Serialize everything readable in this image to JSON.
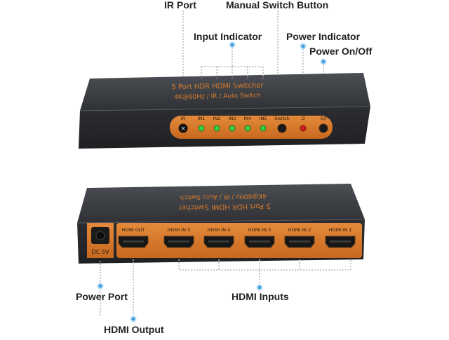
{
  "callouts": {
    "ir_port": "IR Port",
    "manual_switch_button": "Manual Switch Button",
    "input_indicator": "Input Indicator",
    "power_indicator": "Power Indicator",
    "power_on_off": "Power On/Off",
    "power_port": "Power Port",
    "hdmi_inputs": "HDMI Inputs",
    "hdmi_output": "HDMI Output"
  },
  "front": {
    "title_line1": "5 Port HDR HDMI Switcher",
    "title_line2": "4K@60Hz / IR / Auto Switch",
    "labels": [
      "IR",
      "IN1",
      "IN2",
      "IN3",
      "IN4",
      "IN5",
      "Switch",
      "O",
      "O/I"
    ]
  },
  "back": {
    "title_line1": "5 Port HDR HDMI Switcher",
    "title_line2": "4K@60Hz / IR / Auto Switch",
    "dc_label": "DC 5V",
    "ports": [
      "HDMI OUT",
      "HDMI IN 5",
      "HDMI IN 4",
      "HDMI IN 3",
      "HDMI IN 2",
      "HDMI IN 1"
    ]
  },
  "colors": {
    "device_body": "#3a3c40",
    "accent_orange": "#d87a2c",
    "led_green": "#3ad13a",
    "led_red": "#d21e1e",
    "callout_dot": "#3da0e0"
  },
  "icons": [
    "callout-dot-icon",
    "hdmi-port-icon",
    "led-icon",
    "dc-jack-icon"
  ]
}
